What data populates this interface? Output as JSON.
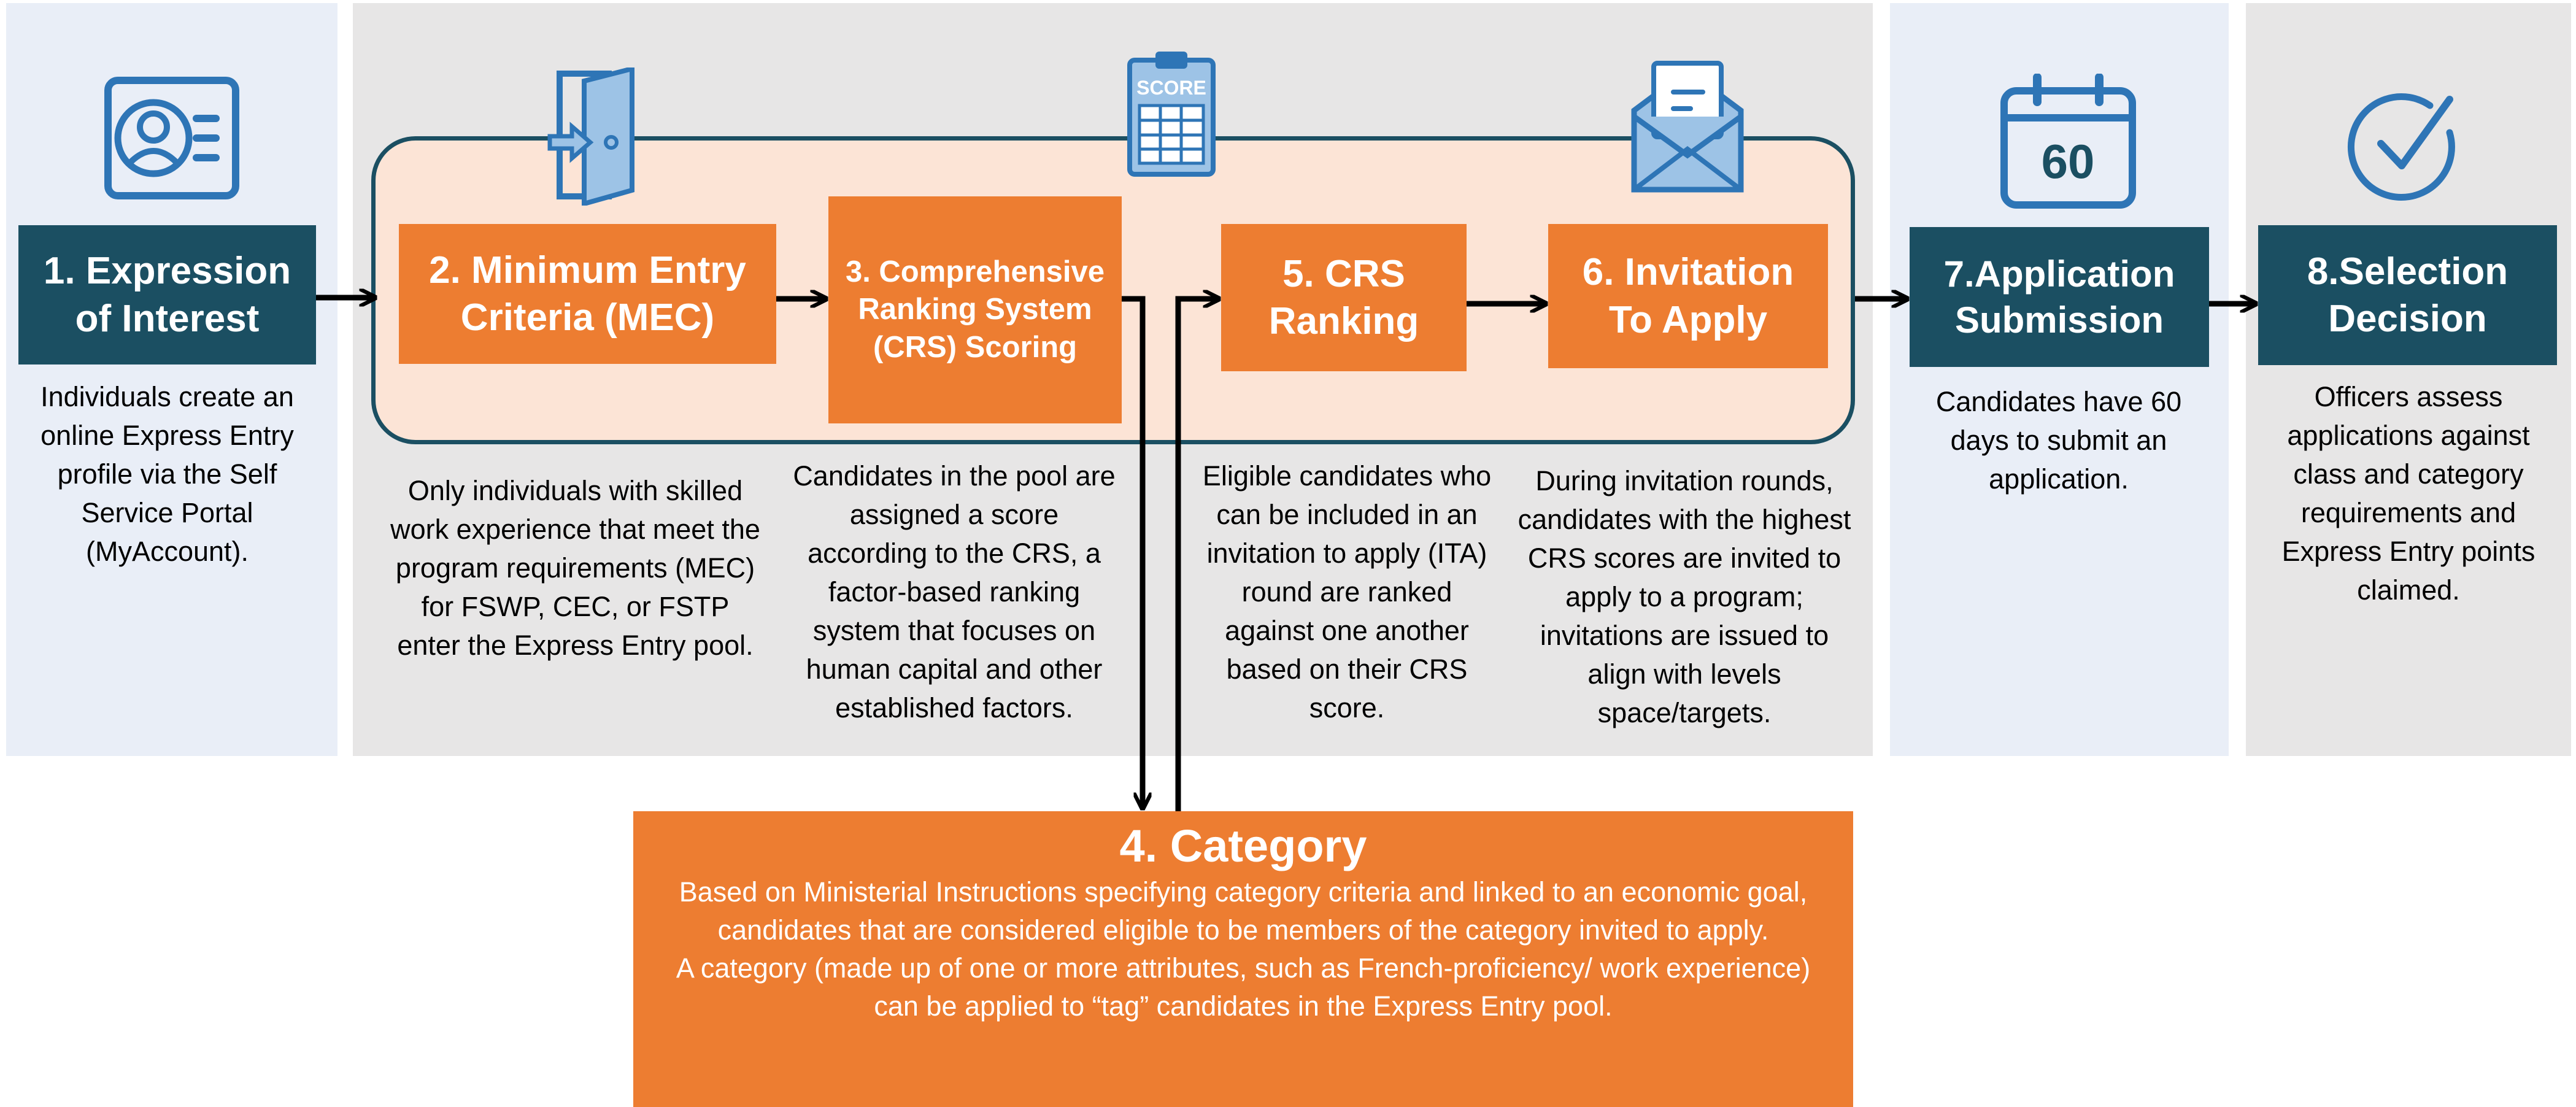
{
  "colors": {
    "navy": "#1b4f62",
    "orange": "#ed7d31",
    "peach": "#fce4d6",
    "panel_blue": "#e9eef7",
    "panel_gray": "#e7e6e6",
    "icon_blue": "#2e75b6",
    "icon_light": "#9dc3e6"
  },
  "steps": [
    {
      "number": "1",
      "title": "1. Expression of Interest",
      "description": "Individuals create an online Express Entry profile via the Self Service Portal (MyAccount).",
      "icon": "id-card-icon"
    },
    {
      "number": "2",
      "title": "2. Minimum Entry Criteria (MEC)",
      "description": "Only individuals with skilled work experience that meet the program requirements (MEC) for FSWP, CEC, or FSTP enter the Express Entry pool.",
      "icon": "door-entry-icon"
    },
    {
      "number": "3",
      "title": "3. Comprehensive Ranking System (CRS) Scoring",
      "description": "Candidates in the pool are assigned a score according to the CRS, a factor-based ranking system that focuses on human capital and other established factors.",
      "icon": "score-clipboard-icon",
      "icon_label": "SCORE"
    },
    {
      "number": "5",
      "title": "5. CRS Ranking",
      "description": "Eligible candidates who can be included in an invitation to apply (ITA) round are ranked against one another based on their CRS score."
    },
    {
      "number": "6",
      "title": "6. Invitation To Apply",
      "description": "During invitation rounds, candidates with the highest CRS scores are invited to apply to a program; invitations are issued to align with levels space/targets.",
      "icon": "envelope-letter-icon"
    },
    {
      "number": "7",
      "title": "7.Application Submission",
      "description": "Candidates have 60 days to submit an application.",
      "icon": "calendar-icon",
      "icon_label": "60"
    },
    {
      "number": "8",
      "title": "8.Selection Decision",
      "description": "Officers assess applications against class and category requirements and Express Entry points claimed.",
      "icon": "checkmark-icon"
    }
  ],
  "category": {
    "title": "4. Category",
    "text_1": "Based on Ministerial Instructions specifying category criteria and linked to an economic goal, candidates that are considered eligible to be members of the category invited to apply.",
    "text_2": "A category (made up of one or more attributes, such as French-proficiency/ work experience) can be applied to “tag” candidates in the Express Entry pool."
  }
}
